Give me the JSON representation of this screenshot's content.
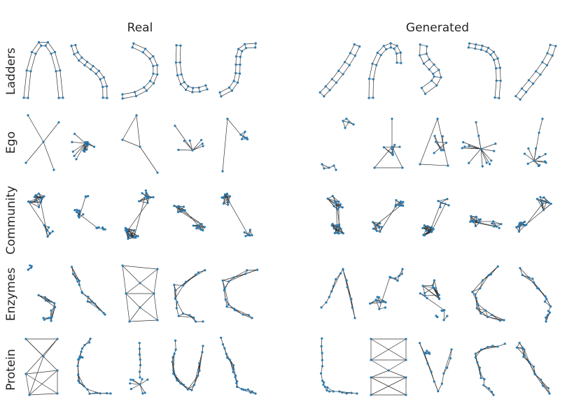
{
  "columns": [
    "Real",
    "Generated"
  ],
  "rows": [
    "Ladders",
    "Ego",
    "Community",
    "Enzymes",
    "Protein"
  ],
  "graphs_per_group": 5,
  "colors": {
    "node": "#2a7ab0",
    "edge": "#333333"
  }
}
